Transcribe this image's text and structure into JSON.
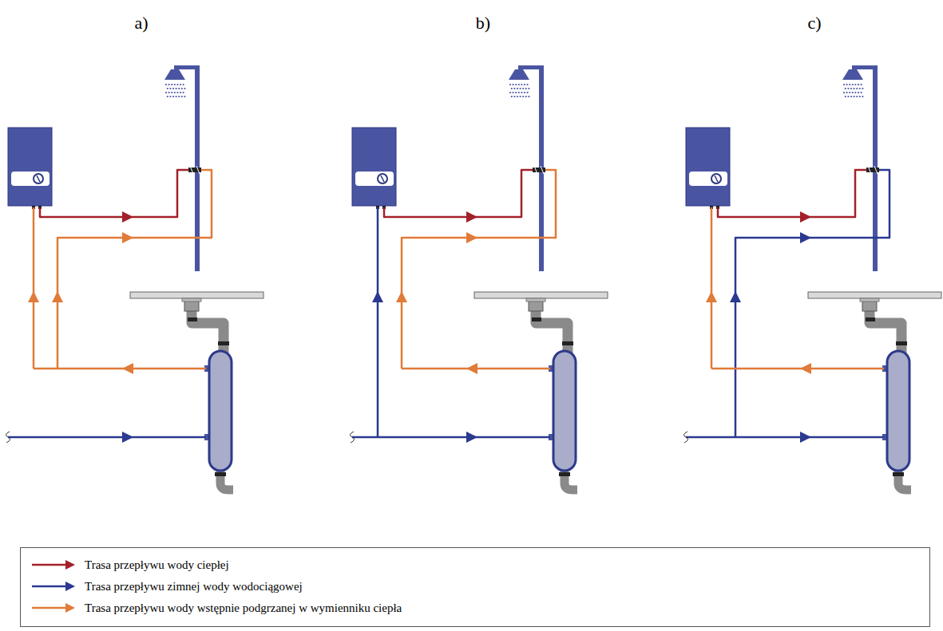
{
  "diagram": {
    "labels": [
      "a)",
      "b)",
      "c)"
    ],
    "legend": [
      {
        "text": "Trasa przepływu wody ciepłej"
      },
      {
        "text": "Trasa przepływu zimnej wody wodociągowej"
      },
      {
        "text": "Trasa przepływu wody wstępnie podgrzanej w wymienniku ciepła"
      }
    ]
  }
}
